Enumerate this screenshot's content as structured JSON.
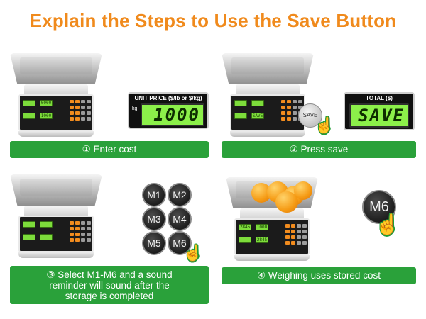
{
  "title": "Explain the Steps to Use the Save Button",
  "steps": [
    {
      "label": "① Enter cost"
    },
    {
      "label": "② Press save"
    },
    {
      "lines": [
        "③ Select M1-M6 and a sound",
        "reminder will sound after the",
        "storage is completed"
      ]
    },
    {
      "label": "④ Weighing uses stored cost"
    }
  ],
  "display_unit": {
    "header": "UNIT PRICE ($/lb or $/kg)",
    "unit_tag": "kg",
    "value": "1000"
  },
  "display_total": {
    "header": "TOTAL ($)",
    "value": "SAVE"
  },
  "save_button_label": "SAVE",
  "memory_keys": [
    "M1",
    "M2",
    "M3",
    "M4",
    "M5",
    "M6"
  ],
  "memory_key_step4": "M6",
  "scale_lcd_values": {
    "a": "0000",
    "b": "1000",
    "c": "SAVE",
    "d": "2845",
    "e": "1000",
    "f": "2845"
  },
  "colors": {
    "title": "#f08a1c",
    "banner": "#2aa13a",
    "lcd": "#8cf04a",
    "key_orange": "#f28c1e"
  },
  "icons": [
    "hand-pointer-icon"
  ]
}
